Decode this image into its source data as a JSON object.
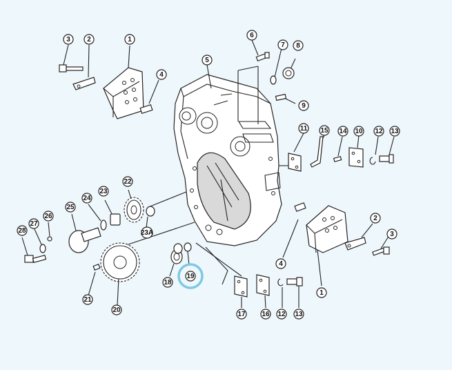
{
  "callouts": [
    {
      "id": "c1a",
      "label": "1"
    },
    {
      "id": "c2a",
      "label": "2"
    },
    {
      "id": "c3a",
      "label": "3"
    },
    {
      "id": "c4a",
      "label": "4"
    },
    {
      "id": "c5",
      "label": "5"
    },
    {
      "id": "c6",
      "label": "6"
    },
    {
      "id": "c7",
      "label": "7"
    },
    {
      "id": "c8",
      "label": "8"
    },
    {
      "id": "c9",
      "label": "9"
    },
    {
      "id": "c10",
      "label": "10"
    },
    {
      "id": "c11",
      "label": "11"
    },
    {
      "id": "c12a",
      "label": "12"
    },
    {
      "id": "c13a",
      "label": "13"
    },
    {
      "id": "c14",
      "label": "14"
    },
    {
      "id": "c15",
      "label": "15"
    },
    {
      "id": "c1b",
      "label": "1"
    },
    {
      "id": "c2b",
      "label": "2"
    },
    {
      "id": "c3b",
      "label": "3"
    },
    {
      "id": "c4b",
      "label": "4"
    },
    {
      "id": "c12b",
      "label": "12"
    },
    {
      "id": "c13b",
      "label": "13"
    },
    {
      "id": "c16",
      "label": "16"
    },
    {
      "id": "c17",
      "label": "17"
    },
    {
      "id": "c18",
      "label": "18"
    },
    {
      "id": "c19",
      "label": "19"
    },
    {
      "id": "c20",
      "label": "20"
    },
    {
      "id": "c21",
      "label": "21"
    },
    {
      "id": "c22",
      "label": "22"
    },
    {
      "id": "c23",
      "label": "23"
    },
    {
      "id": "c23a",
      "label": "23A"
    },
    {
      "id": "c24",
      "label": "24"
    },
    {
      "id": "c25",
      "label": "25"
    },
    {
      "id": "c26",
      "label": "26"
    },
    {
      "id": "c27",
      "label": "27"
    },
    {
      "id": "c28",
      "label": "28"
    }
  ],
  "highlighted": "19",
  "colors": {
    "highlight": "#7ec8e3",
    "background": "#eef7fc",
    "stroke": "#222222"
  }
}
